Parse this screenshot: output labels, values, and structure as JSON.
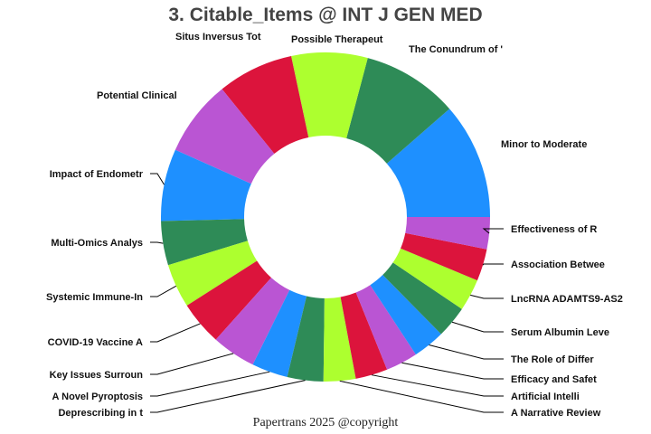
{
  "chart_data": {
    "type": "pie",
    "hole": true,
    "title": "3. Citable_Items @ INT J GEN MED",
    "direction": "counterclockwise",
    "sort": "descending",
    "labels": [
      "Minor to Moderate",
      "The Conundrum of '",
      "Possible Therapeut",
      "Situs Inversus Tot",
      "Potential Clinical",
      "Impact of Endometr",
      "Multi-Omics Analys",
      "Systemic Immune-In",
      "COVID-19 Vaccine A",
      "Key Issues Surroun",
      "A Novel Pyroptosis",
      "Deprescribing in t",
      "A Narrative Review",
      "Artificial Intelli",
      "Efficacy and Safet",
      "The Role of Differ",
      "Serum Albumin Leve",
      "LncRNA ADAMTS9-AS2",
      "Association Betwee",
      "Effectiveness of R"
    ],
    "values": [
      29,
      24,
      19,
      19,
      19,
      18,
      11,
      11,
      11,
      11,
      9,
      9,
      8,
      8,
      8,
      8,
      8,
      8,
      8,
      8
    ],
    "colors": [
      "#1E90FF",
      "#2E8B57",
      "#ADFF2F",
      "#DC143C",
      "#BA55D3"
    ]
  },
  "footer": "Papertrans 2025 @copyright"
}
